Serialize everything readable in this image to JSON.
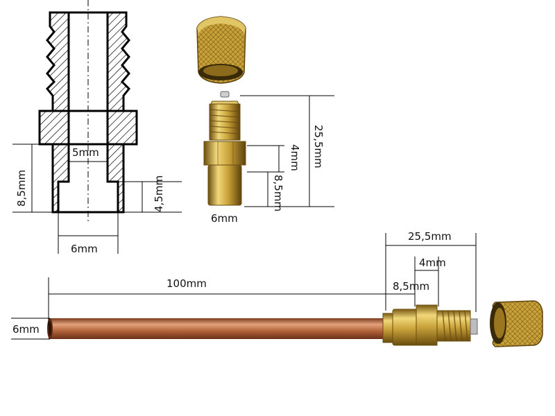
{
  "colors": {
    "brass": "#c9a23a",
    "brass_dark": "#7a5a12",
    "brass_light": "#f0d77a",
    "copper": "#b5653a",
    "copper_light": "#e3a27c",
    "copper_dark": "#7a3a1c"
  },
  "drawing": {
    "dim_bore": "5mm",
    "dim_body_height": "8,5mm",
    "dim_stem_height": "4,5mm",
    "dim_stem_diameter": "6mm"
  },
  "photo_top": {
    "dim_total": "25,5mm",
    "dim_hex": "4mm",
    "dim_stem": "8,5mm",
    "dim_diameter": "6mm"
  },
  "photo_bottom": {
    "dim_tube_length": "100mm",
    "dim_total": "25,5mm",
    "dim_hex": "4mm",
    "dim_stem": "8,5mm",
    "dim_diameter": "6mm"
  }
}
